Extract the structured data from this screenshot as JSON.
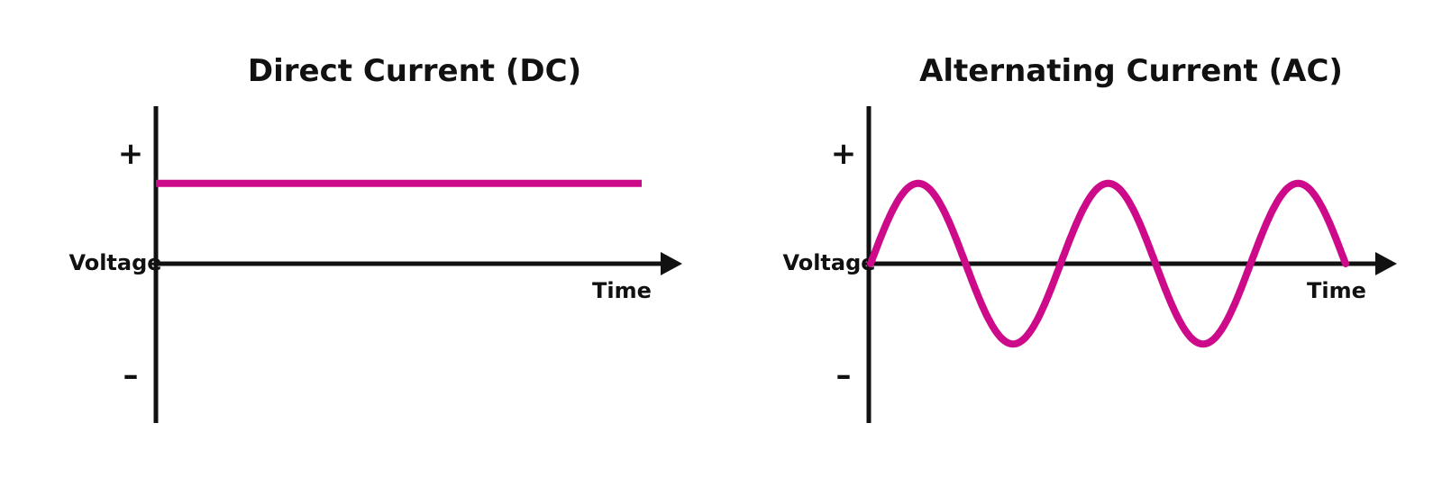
{
  "colors": {
    "signal": "#cc0a8a",
    "axis": "#111111",
    "background": "#ffffff"
  },
  "panels": [
    {
      "id": "dc",
      "title": "Direct Current (DC)",
      "y_label": "Voltage",
      "x_label": "Time",
      "positive_symbol": "+",
      "negative_symbol": "–",
      "waveform": "constant",
      "level": 0.85
    },
    {
      "id": "ac",
      "title": "Alternating Current (AC)",
      "y_label": "Voltage",
      "x_label": "Time",
      "positive_symbol": "+",
      "negative_symbol": "–",
      "waveform": "sine",
      "cycles": 2.5,
      "amplitude": 0.85
    }
  ]
}
